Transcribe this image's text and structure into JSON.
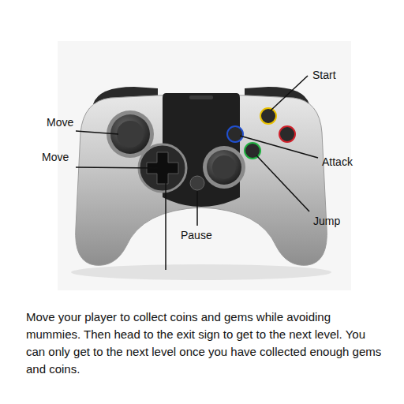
{
  "diagram": {
    "caption": "Move your player to collect coins and gems while avoiding mummies.  Then head to the exit sign to get to the next level.  You can only get to the next level once you have collected enough gems and coins.",
    "labels": [
      "Start",
      "Move",
      "Move",
      "Attack",
      "Jump",
      "Pause"
    ]
  }
}
